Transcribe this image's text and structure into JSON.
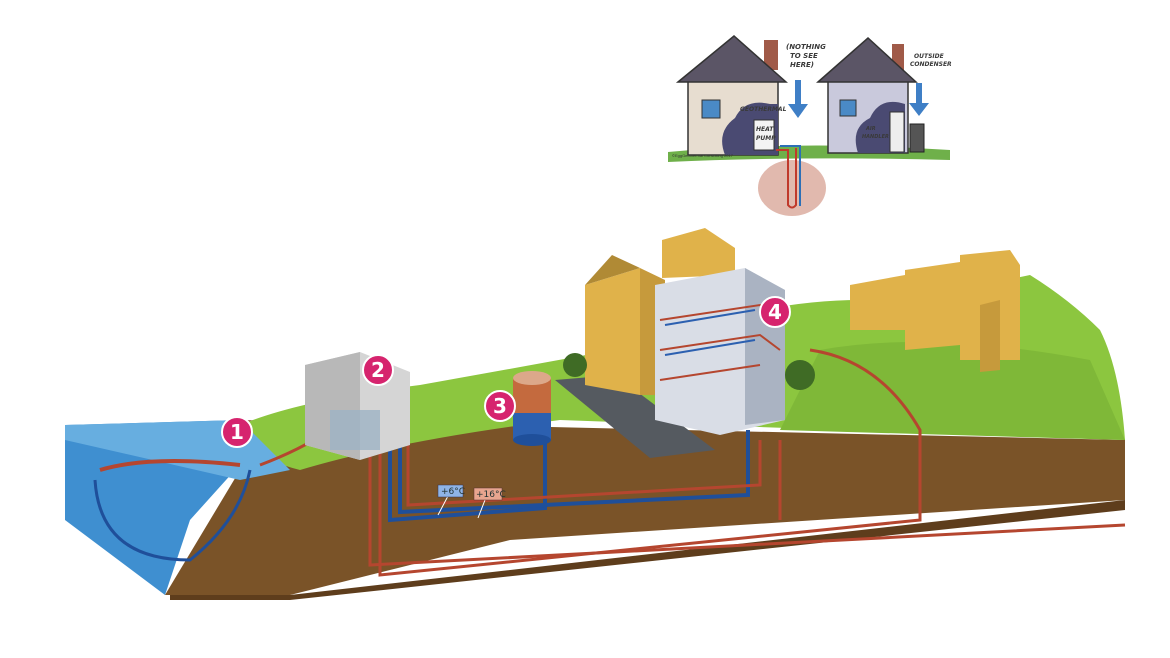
{
  "inset": {
    "nothing_line1": "(NOTHING",
    "nothing_line2": "TO SEE",
    "nothing_line3": "HERE)",
    "condenser_line1": "OUTSIDE",
    "condenser_line2": "CONDENSER",
    "geothermal": "GEOTHERMAL",
    "heat_line1": "HEAT",
    "heat_line2": "PUMP",
    "air_line1": "AIR",
    "air_line2": "HANDLER",
    "copyright": "©EggGeothermal Consulting 2017"
  },
  "markers": [
    "1",
    "2",
    "3",
    "4"
  ],
  "temps": {
    "cold": "+6°C",
    "warm": "+16°C"
  },
  "colors": {
    "marker": "#d6246e",
    "cold_pipe": "#1f4f9a",
    "warm_pipe": "#b5462f",
    "grass": "#8cc63f",
    "soil": "#7a5328",
    "water": "#3f8fd0"
  }
}
